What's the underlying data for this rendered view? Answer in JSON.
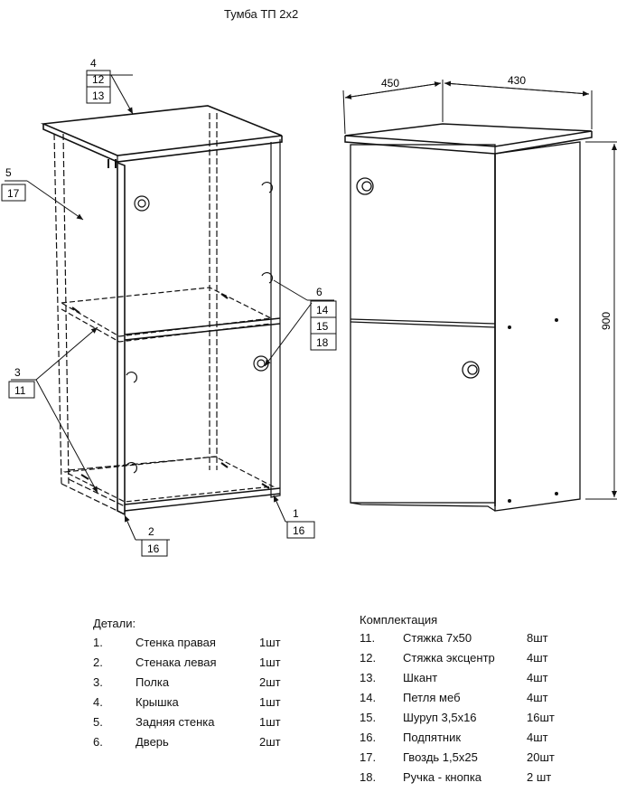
{
  "title": "Тумба ТП 2х2",
  "callouts": {
    "top_cap": [
      "4",
      "12",
      "13"
    ],
    "back": [
      "5",
      "17"
    ],
    "door_right": [
      "6",
      "14",
      "15",
      "18"
    ],
    "shelf_left": [
      "3",
      "11"
    ],
    "bottom_left": [
      "2",
      "16"
    ],
    "bottom_right": [
      "1",
      "16"
    ]
  },
  "dimensions": {
    "depth": "450",
    "width": "430",
    "height": "900"
  },
  "details": {
    "heading": "Детали:",
    "items": [
      {
        "num": "1.",
        "name": "Стенка правая",
        "qty": "1шт"
      },
      {
        "num": "2.",
        "name": "Стенака левая",
        "qty": "1шт"
      },
      {
        "num": "3.",
        "name": "Полка",
        "qty": "2шт"
      },
      {
        "num": "4.",
        "name": "Крышка",
        "qty": "1шт"
      },
      {
        "num": "5.",
        "name": "Задняя стенка",
        "qty": "1шт"
      },
      {
        "num": "6.",
        "name": "Дверь",
        "qty": "2шт"
      }
    ]
  },
  "hardware": {
    "heading": "Комплектация",
    "items": [
      {
        "num": "11.",
        "name": "Стяжка 7х50",
        "qty": "8шт"
      },
      {
        "num": "12.",
        "name": "Стяжка эксцентр",
        "qty": "4шт"
      },
      {
        "num": "13.",
        "name": "Шкант",
        "qty": "4шт"
      },
      {
        "num": "14.",
        "name": "Петля меб",
        "qty": "4шт"
      },
      {
        "num": "15.",
        "name": "Шуруп 3,5х16",
        "qty": "16шт"
      },
      {
        "num": "16.",
        "name": "Подпятник",
        "qty": "4шт"
      },
      {
        "num": "17.",
        "name": "Гвоздь 1,5х25",
        "qty": "20шт"
      },
      {
        "num": "18.",
        "name": "Ручка - кнопка",
        "qty": "2 шт"
      }
    ]
  }
}
